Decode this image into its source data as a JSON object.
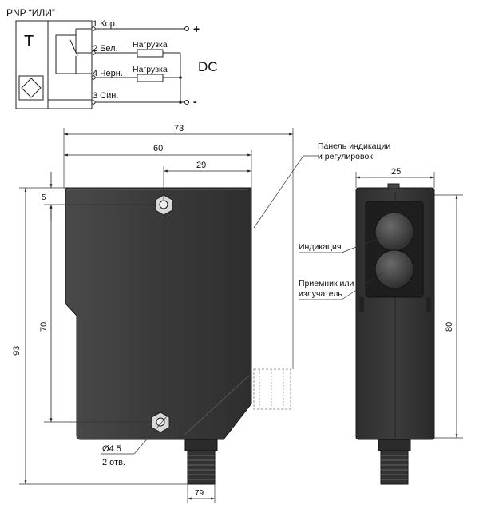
{
  "schematic": {
    "title": "PNP “ИЛИ”",
    "t_label": "T",
    "dc_label": "DC",
    "plus": "+",
    "minus": "-",
    "pins": [
      {
        "label": "1 Кор."
      },
      {
        "label": "2 Бел."
      },
      {
        "label": "4 Черн."
      },
      {
        "label": "3 Син."
      }
    ],
    "load1": "Нагрузка",
    "load2": "Нагрузка"
  },
  "drawing": {
    "dims": {
      "d73": "73",
      "d60": "60",
      "d29": "29",
      "d25": "25",
      "d5": "5",
      "d70": "70",
      "d93": "93",
      "d80": "80",
      "d79": "79",
      "hole": "Ø4.5",
      "hole_count": "2 отв."
    },
    "callouts": {
      "panel_line1": "Панель индикации",
      "panel_line2": "и регулировок",
      "indication": "Индикация",
      "receiver_line1": "Приемник или",
      "receiver_line2": "излучатель"
    }
  },
  "colors": {
    "body": "#3a3a3a",
    "body_dark": "#262626",
    "lens": "#4a4a4a"
  }
}
